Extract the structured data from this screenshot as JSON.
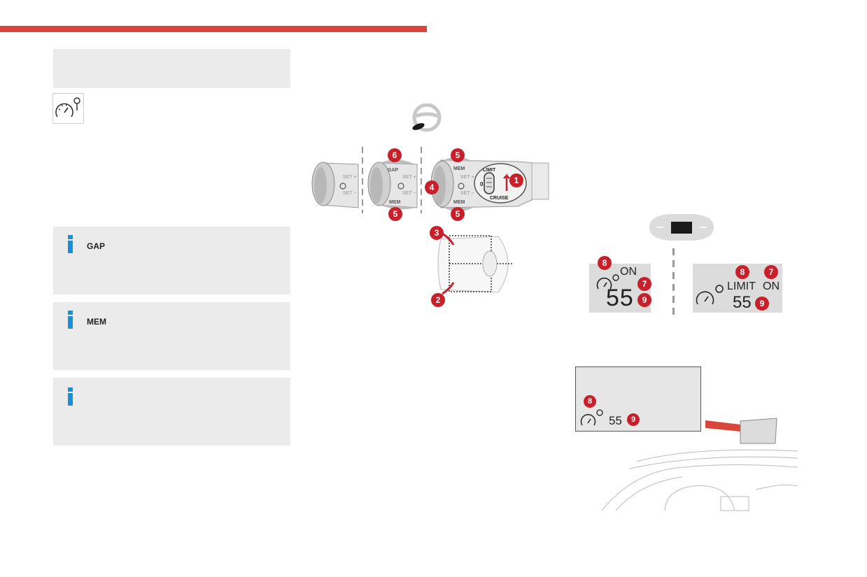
{
  "info_boxes": [
    {
      "label": "GAP"
    },
    {
      "label": "MEM"
    },
    {
      "label": ""
    }
  ],
  "stalk": {
    "labels": {
      "set_plus": "SET +",
      "set_minus": "SET –",
      "gap": "GAP",
      "mem": "MEM",
      "limit": "LIMIT",
      "cruise": "CRUISE",
      "zero": "0"
    },
    "markers": [
      "1",
      "2",
      "3",
      "4",
      "5",
      "6"
    ]
  },
  "cluster_display_1": {
    "status": "ON",
    "speed": "55",
    "markers": [
      "8",
      "7",
      "9"
    ]
  },
  "cluster_display_2": {
    "mode": "LIMIT",
    "status": "ON",
    "speed": "55",
    "markers": [
      "8",
      "7",
      "9"
    ]
  },
  "head_up_display": {
    "speed": "55",
    "markers": [
      "8",
      "9"
    ]
  },
  "colors": {
    "accent_red": "#d9453b",
    "marker_red": "#c8202b",
    "info_blue": "#1a8fd8",
    "box_grey": "#ebebeb"
  },
  "icons": [
    "speed-limiter-icon",
    "steering-wheel-icon",
    "instrument-cluster-icon",
    "info-icon"
  ]
}
